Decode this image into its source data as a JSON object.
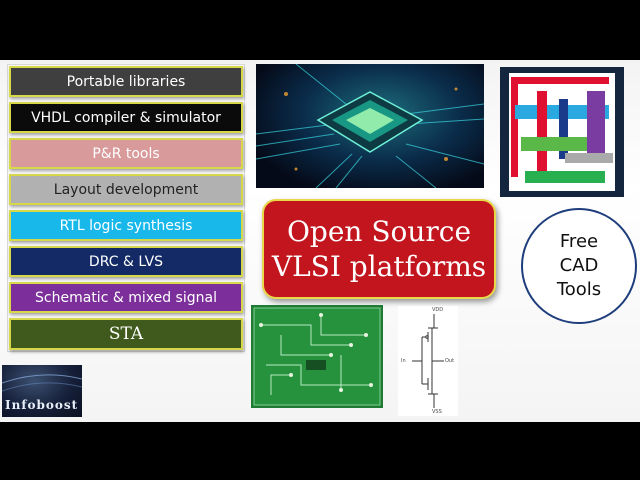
{
  "menu": {
    "items": [
      {
        "label": "Portable libraries",
        "color": "#3f3f3f"
      },
      {
        "label": "VHDL compiler & simulator",
        "color": "#0b0b0b"
      },
      {
        "label": "P&R tools",
        "color": "#d89a9a"
      },
      {
        "label": "Layout development",
        "color": "#b1b1b1"
      },
      {
        "label": "RTL logic synthesis",
        "color": "#19b8ea"
      },
      {
        "label": "DRC & LVS",
        "color": "#142a66"
      },
      {
        "label": "Schematic & mixed signal",
        "color": "#7c2f9a"
      },
      {
        "label": "STA",
        "color": "#3f5a1c"
      }
    ]
  },
  "title": {
    "line1": "Open Source",
    "line2": "VLSI platforms"
  },
  "badge": {
    "line1": "Free",
    "line2": "CAD",
    "line3": "Tools"
  },
  "schematic": {
    "top": "VDD",
    "in": "In",
    "out": "Out",
    "bottom": "VSS"
  },
  "brand": {
    "text": "Infoboost"
  },
  "colors": {
    "title_bg": "#c3151e",
    "title_border": "#e8d84a",
    "circle_border": "#1e3d7c"
  }
}
